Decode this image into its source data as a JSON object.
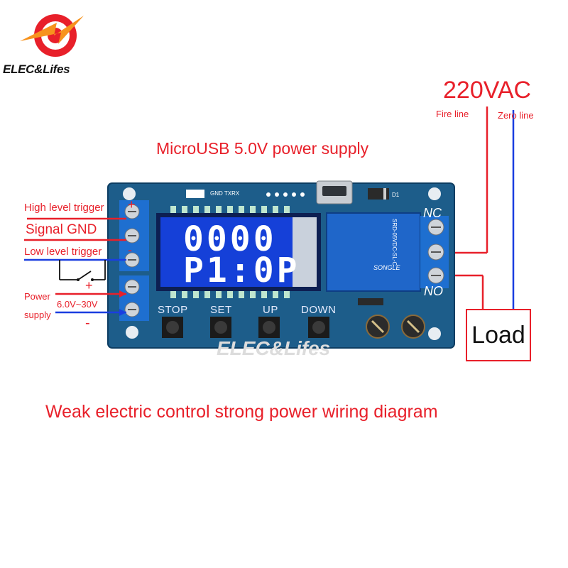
{
  "brand": {
    "name": "ELEC&Lifes",
    "watermark": "ELEC&Lifes"
  },
  "power_ac": {
    "title": "220VAC",
    "fire_line": "Fire line",
    "zero_line": "Zero line"
  },
  "usb": {
    "title": "MicroUSB 5.0V power supply"
  },
  "left_labels": {
    "high_trigger": "High level trigger",
    "plus_sign": "+",
    "signal_gnd": "Signal GND",
    "low_trigger": "Low level trigger",
    "minus_sign": "-",
    "power": "Power",
    "supply": "supply",
    "voltage": "6.0V~30V",
    "supply_plus": "+",
    "supply_minus": "-"
  },
  "board": {
    "header": "GND TXRX",
    "d1": "D1",
    "lcd_line1": "0000",
    "lcd_line2": "P1:0P",
    "buttons": [
      "STOP",
      "SET",
      "UP",
      "DOWN"
    ],
    "relay_text": "SRD-05VDC-SL-C",
    "relay_brand": "SONGLE",
    "nc": "NC",
    "no": "NO"
  },
  "load": {
    "label": "Load"
  },
  "caption": "Weak electric control strong power wiring diagram",
  "colors": {
    "wire_red": "#e8202a",
    "wire_blue": "#1a3ee0",
    "pcb": "#1d5d8a",
    "lcd": "#1540d8",
    "terminal": "#1e6fd0"
  }
}
